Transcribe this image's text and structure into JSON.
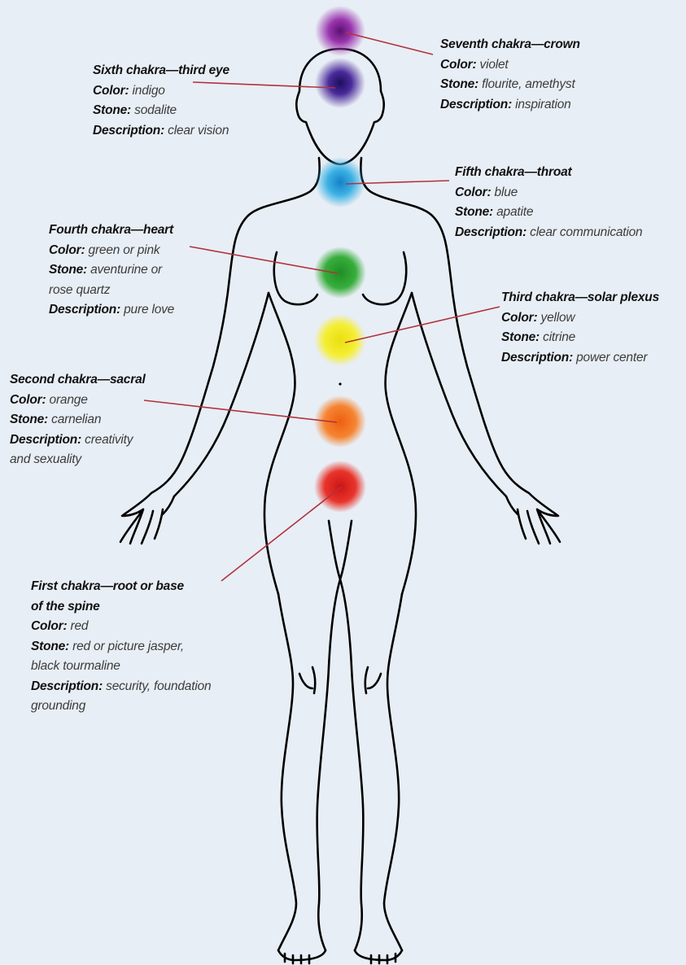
{
  "diagram": {
    "chakras": [
      {
        "title": "Seventh chakra—crown",
        "color_label": "Color:",
        "color": "violet",
        "stone_label": "Stone:",
        "stone": "flourite, amethyst",
        "description_label": "Description:",
        "description": "inspiration",
        "dot_color": "#8e2c9c"
      },
      {
        "title": "Sixth chakra—third eye",
        "color_label": "Color:",
        "color": "indigo",
        "stone_label": "Stone:",
        "stone": "sodalite",
        "description_label": "Description:",
        "description": "clear vision",
        "dot_color": "#3a1f86"
      },
      {
        "title": "Fifth chakra—throat",
        "color_label": "Color:",
        "color": "blue",
        "stone_label": "Stone:",
        "stone": "apatite",
        "description_label": "Description:",
        "description": "clear communication",
        "dot_color": "#2a9fd6"
      },
      {
        "title": "Fourth chakra—heart",
        "color_label": "Color:",
        "color": "green or pink",
        "stone_label": "Stone:",
        "stone_line1": "aventurine or",
        "stone_line2": "rose quartz",
        "description_label": "Description:",
        "description": "pure love",
        "dot_color": "#2fa234"
      },
      {
        "title": "Third chakra—solar plexus",
        "color_label": "Color:",
        "color": "yellow",
        "stone_label": "Stone:",
        "stone": "citrine",
        "description_label": "Description:",
        "description": "power center",
        "dot_color": "#f2ea1c"
      },
      {
        "title": "Second chakra—sacral",
        "color_label": "Color:",
        "color": "orange",
        "stone_label": "Stone:",
        "stone": "carnelian",
        "description_label": "Description:",
        "description_line1": "creativity",
        "description_line2": "and sexuality",
        "dot_color": "#f0731f"
      },
      {
        "title_line1": "First chakra—root or base",
        "title_line2": "of the spine",
        "color_label": "Color:",
        "color": "red",
        "stone_label": "Stone:",
        "stone_line1": "red or picture jasper,",
        "stone_line2": "black  tourmaline",
        "description_label": "Description:",
        "description_line1": "security, foundation",
        "description_line2": "grounding",
        "dot_color": "#e0261f"
      }
    ],
    "leader_color": "#b2323f",
    "outline_color": "#000000"
  }
}
